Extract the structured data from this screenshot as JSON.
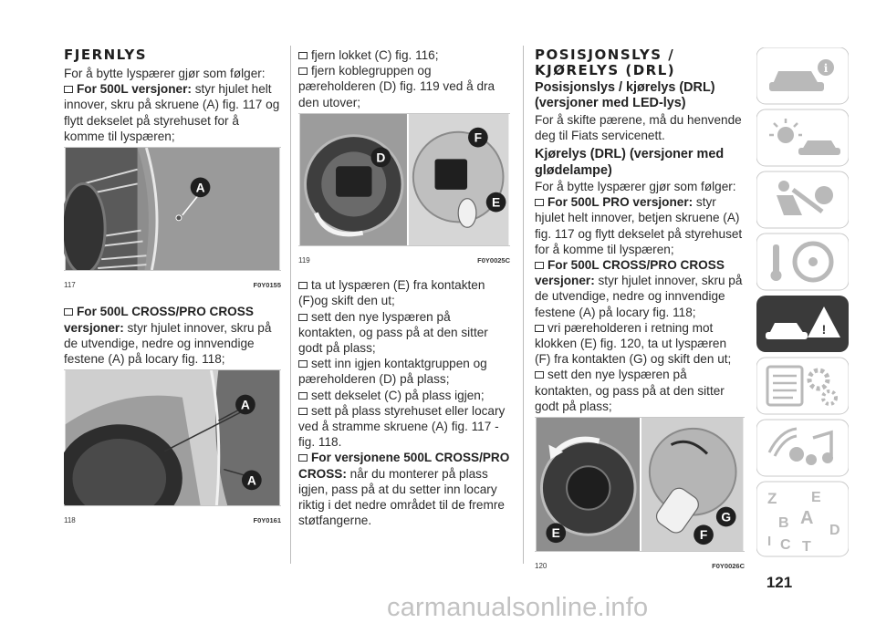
{
  "col1": {
    "title": "FJERNLYS",
    "intro": "For å bytte lyspærer gjør som følger:",
    "item1_bold": "For 500L versjoner:",
    "item1_text": " styr hjulet helt innover, skru på skruene (A) fig. 117 og flytt dekselet på styrehuset for å komme til lyspæren;",
    "fig1": {
      "num": "117",
      "code": "F0Y0155",
      "label_a": "A"
    },
    "item2_bold": "For 500L CROSS/PRO CROSS versjoner:",
    "item2_text": " styr hjulet innover, skru på de utvendige, nedre og innvendige festene (A) på locary fig. 118;",
    "fig2": {
      "num": "118",
      "code": "F0Y0161",
      "label_a1": "A",
      "label_a2": "A"
    }
  },
  "col2": {
    "b1": "fjern lokket (C) fig. 116;",
    "b2": "fjern koblegruppen og pæreholderen (D) fig. 119 ved å dra den utover;",
    "fig3": {
      "num": "119",
      "code": "F0Y0025C",
      "label_d": "D",
      "label_f": "F",
      "label_e": "E"
    },
    "b3": "ta ut lyspæren (E) fra kontakten (F)og skift den ut;",
    "b4": "sett den nye lyspæren på kontakten, og pass på at den sitter godt på plass;",
    "b5": "sett inn igjen kontaktgruppen og pæreholderen (D) på plass;",
    "b6": "sett dekselet (C) på plass igjen;",
    "b7": "sett på plass styrehuset eller locary ved å stramme skruene (A) fig. 117 - fig. 118.",
    "b8_bold": "For versjonene 500L CROSS/PRO CROSS:",
    "b8_text": " når du monterer på plass igjen, pass på at du setter inn locary riktig i det nedre området til de fremre støtfangerne."
  },
  "col3": {
    "title1": "POSISJONSLYS /",
    "title2": "KJØRELYS (DRL)",
    "sub1": "Posisjonslys / kjørelys (DRL) (versjoner med LED-lys)",
    "p1": "For å skifte pærene, må du henvende deg til Fiats servicenett.",
    "sub2": "Kjørelys (DRL) (versjoner med glødelampe)",
    "p2": "For å bytte lyspærer gjør som følger:",
    "b1_bold": "For 500L PRO versjoner:",
    "b1_text": " styr hjulet helt innover, betjen skruene (A) fig. 117 og flytt dekselet på styrehuset for å komme til lyspæren;",
    "b2_bold": "For 500L CROSS/PRO CROSS versjoner:",
    "b2_text": " styr hjulet innover, skru på de utvendige, nedre og innvendige festene (A) på locary fig. 118;",
    "b3": "vri pæreholderen i retning mot klokken (E) fig. 120, ta ut lyspæren (F) fra kontakten (G) og skift den ut;",
    "b4": "sett den nye lyspæren på kontakten, og pass på at den sitter godt på plass;",
    "fig4": {
      "num": "120",
      "code": "F0Y0026C",
      "label_e": "E",
      "label_f": "F",
      "label_g": "G"
    }
  },
  "page_number": "121",
  "watermark": "carmanualsonline.info",
  "sidebar_letters": [
    "Z",
    "E",
    "A",
    "B",
    "D",
    "I",
    "C",
    "T"
  ],
  "colors": {
    "label_fill": "#1f1f1f",
    "sidebar_icon": "#b9b9b9",
    "sidebar_active": "#3a3a3a"
  }
}
